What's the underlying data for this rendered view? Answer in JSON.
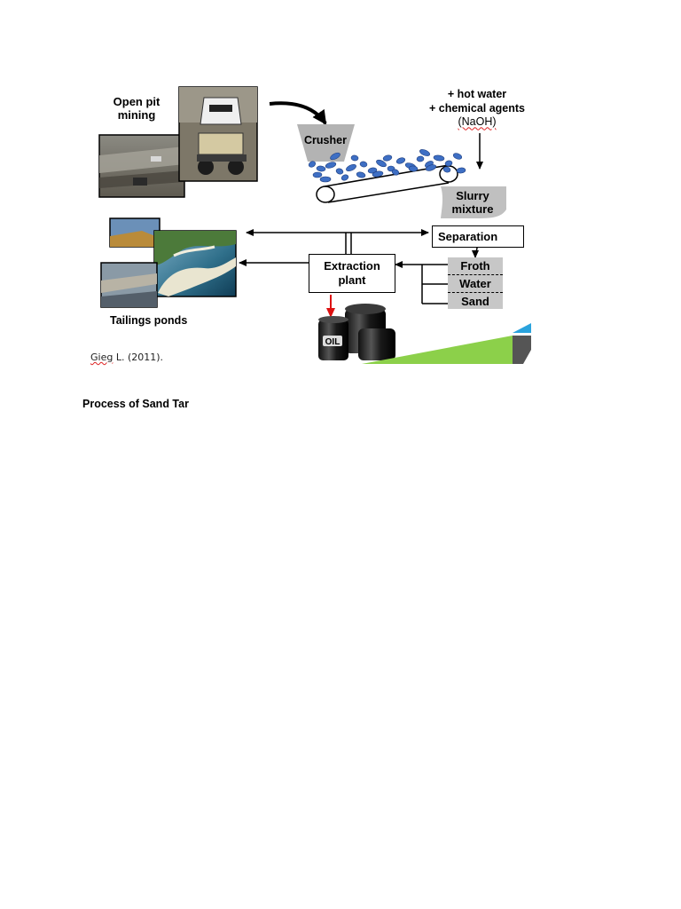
{
  "labels": {
    "open_pit": [
      "Open pit",
      "mining"
    ],
    "crusher": "Crusher",
    "reagents": [
      "+ hot water",
      "+ chemical agents",
      "(NaOH)"
    ],
    "slurry": [
      "Slurry",
      "mixture"
    ],
    "separation": "Separation",
    "extraction": [
      "Extraction",
      "plant"
    ],
    "froth": "Froth",
    "water": "Water",
    "sand": "Sand",
    "tailings": "Tailings ponds",
    "barrel_text": "OIL"
  },
  "citation": {
    "author": "Gieg",
    "rest": " L. (2011)."
  },
  "caption": "Process of Sand Tar",
  "colors": {
    "hopper_gray": "#b3b3b3",
    "separation_gray": "#c7c7c7",
    "ore_blue": "#3e6fc4",
    "red_arrow": "#dd1111",
    "accent_green": "#8cd04a",
    "accent_blue": "#2aa3dd",
    "accent_dark": "#555555"
  }
}
